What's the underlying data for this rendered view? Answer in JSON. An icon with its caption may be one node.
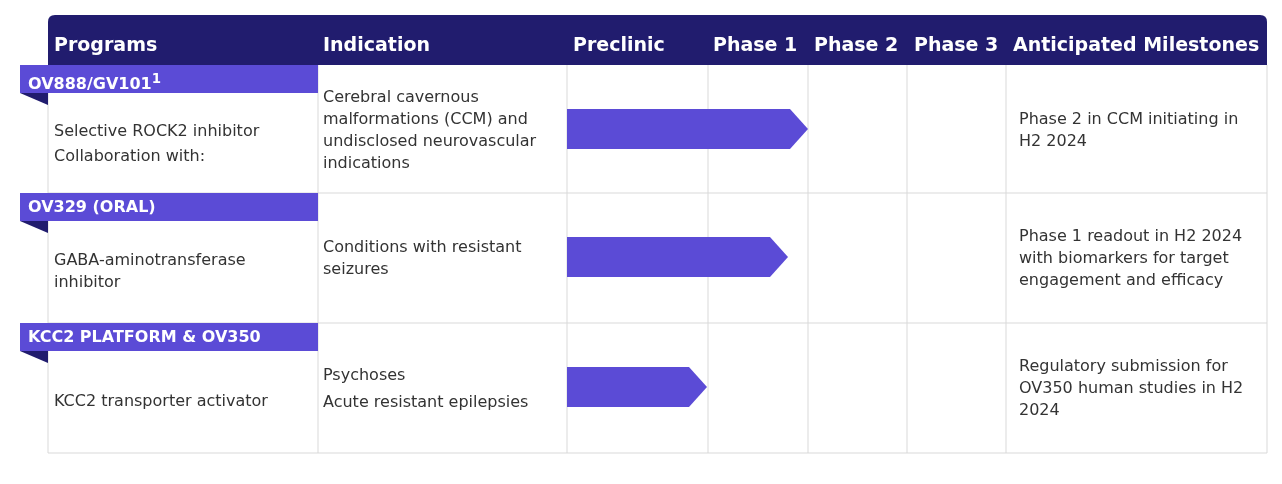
{
  "diagram": {
    "labels": [
      "Programs",
      "Indication",
      "Preclinic",
      "Phase 1",
      "Phase 2",
      "Phase 3",
      "Anticipated Milestones",
      "OV888/GV101$^{1}$",
      "Selective ROCK2 inhibitor",
      "Collaboration with:",
      "Cerebral cavernous malformations (CCM) and undisclosed neurovascular indications",
      "Phase 2 in CCM initiating in H2 2024",
      "OV329 (ORAL)",
      "GABA-aminotransferase inhibitor",
      "Conditions with resistant seizures",
      "Phase 1 readout in H2 2024 with biomarkers for target engagement and efficacy",
      "KCC2 PLATFORM & OV350",
      "KCC2 transporter activator",
      "Psychoses",
      "Acute resistant epilepsies",
      "Regulatory submission for OV350 human studies in H2 2024"
    ]
  }
}
